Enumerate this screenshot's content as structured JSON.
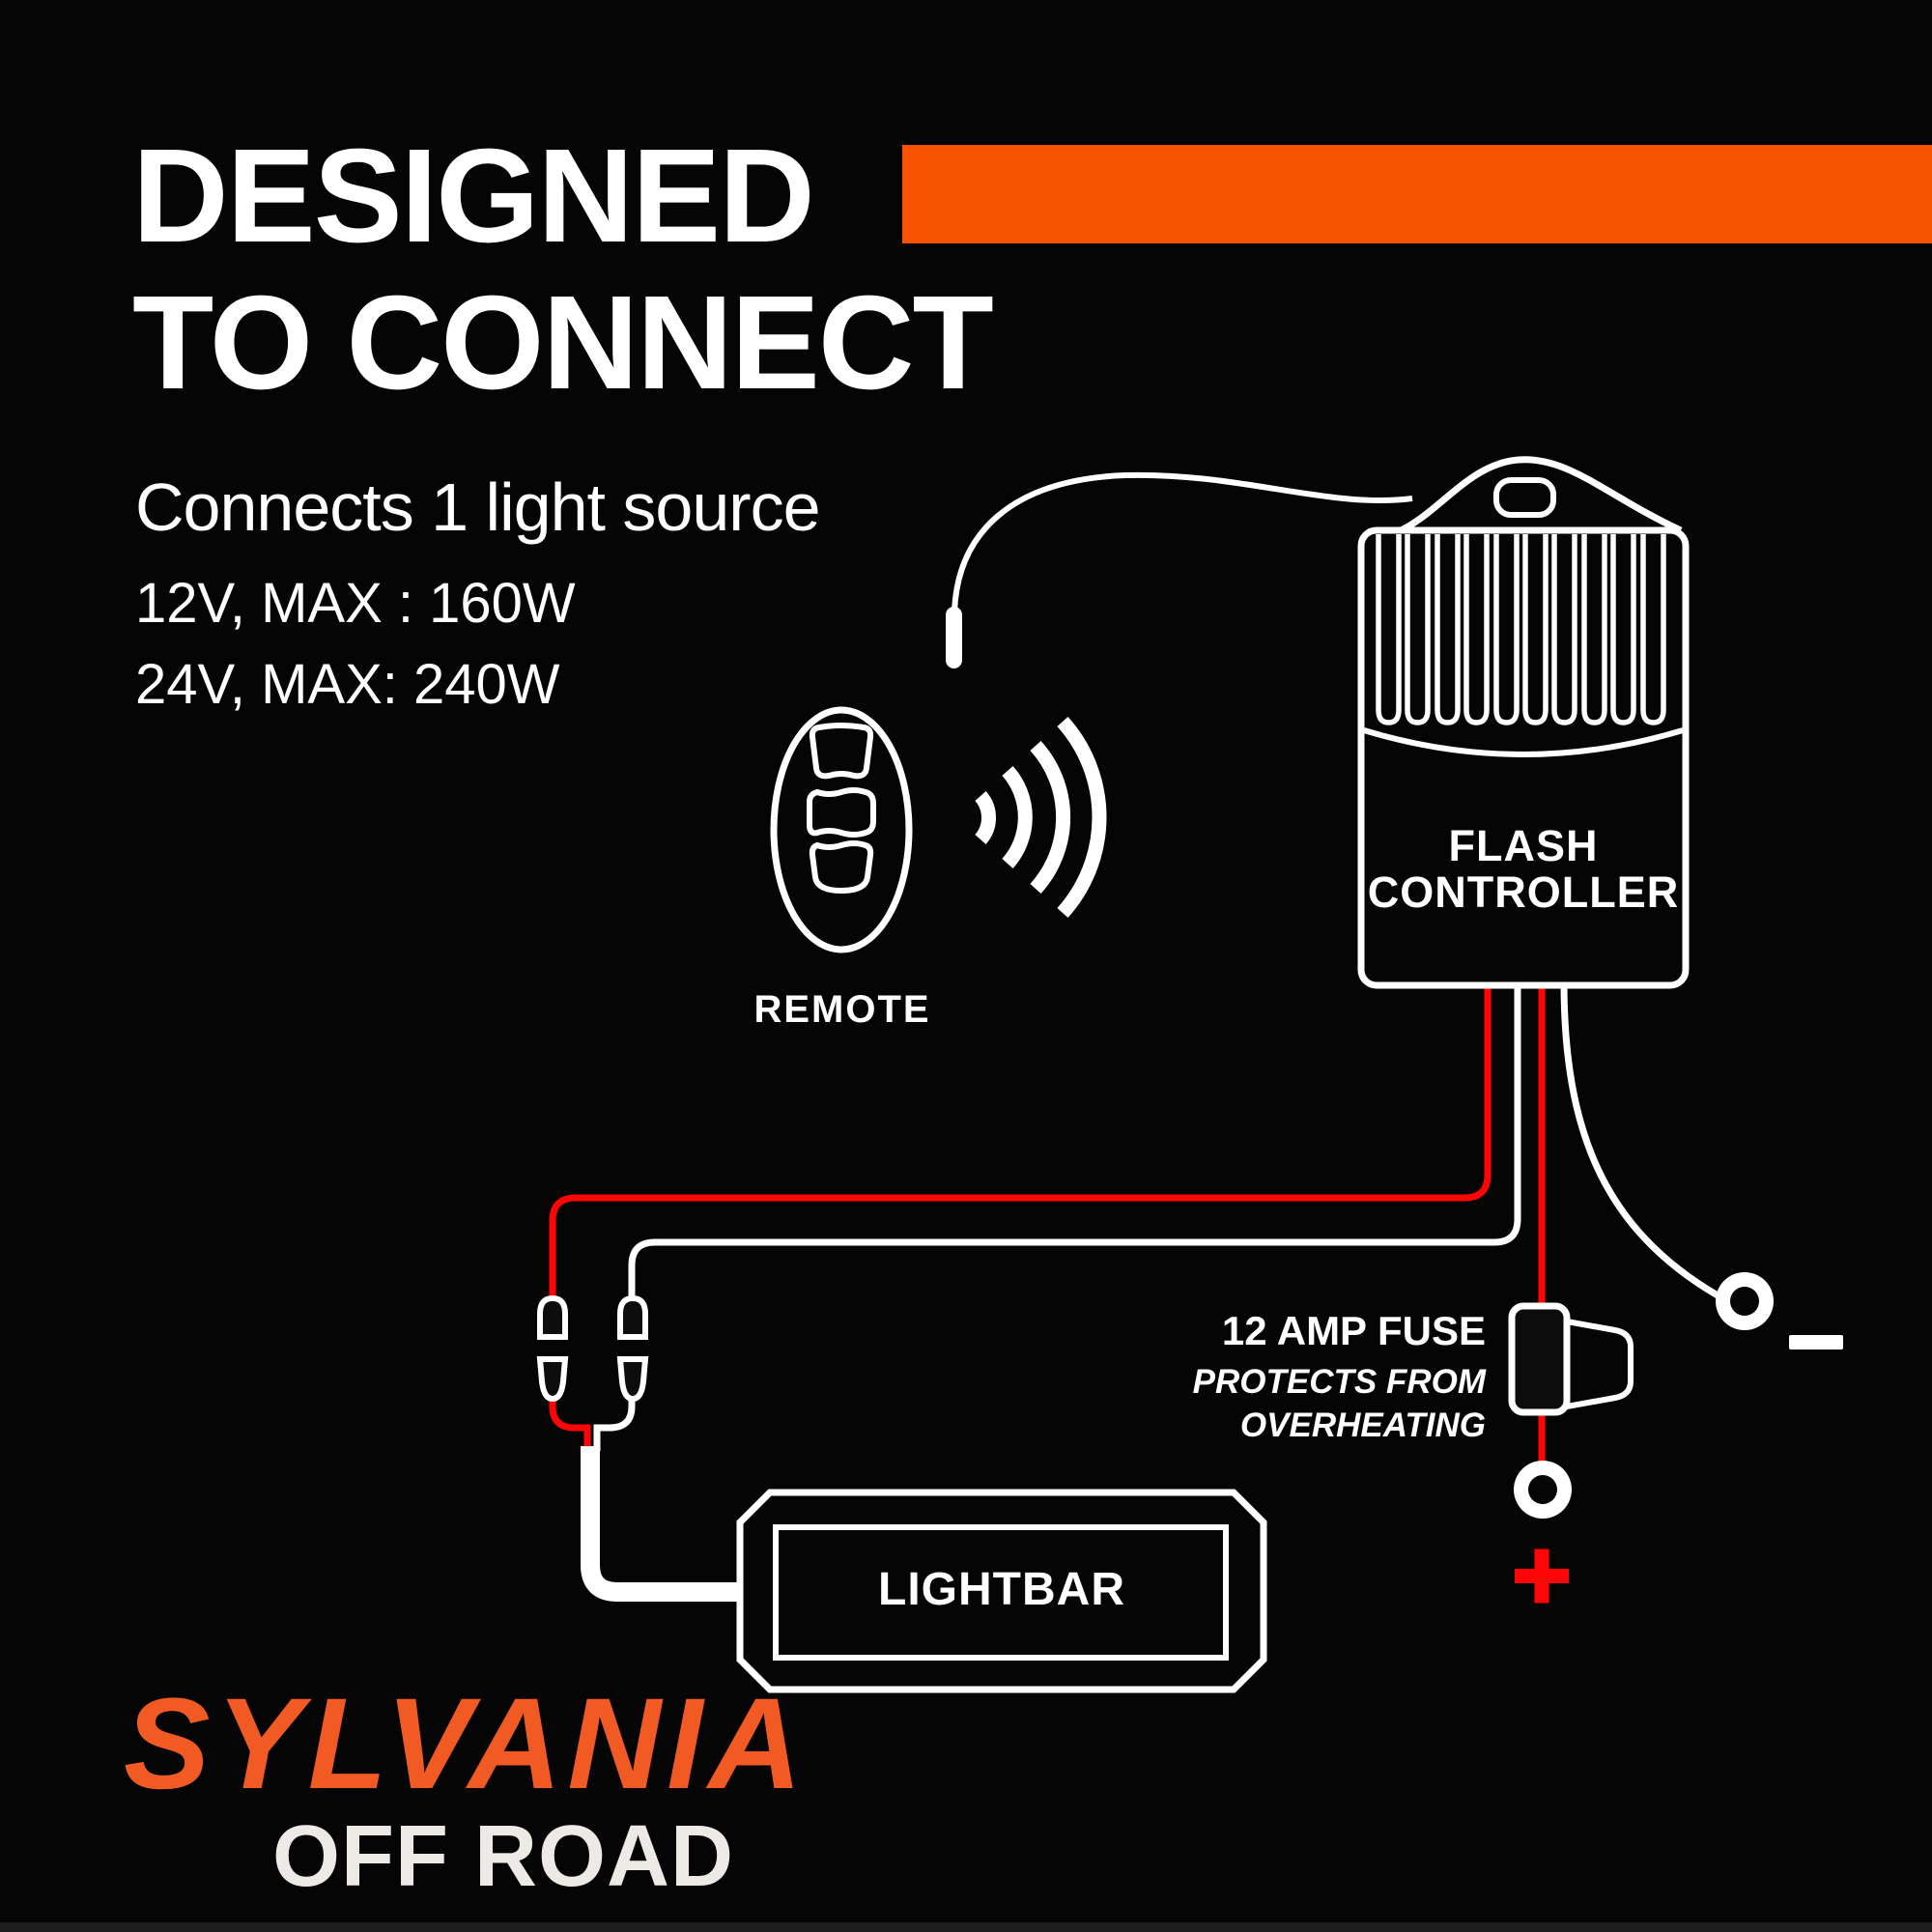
{
  "canvas": {
    "background": "#050505",
    "bottom_edge_color": "#1e1e1e"
  },
  "header": {
    "title_line1": "DESIGNED",
    "title_line2": "TO CONNECT",
    "accent_bar_color": "#F75301"
  },
  "specs": {
    "subtitle": "Connects 1 light source",
    "spec_line1": "12V, MAX : 160W",
    "spec_line2": "24V, MAX: 240W"
  },
  "diagram": {
    "remote": {
      "label": "REMOTE",
      "icon": "remote-icon",
      "signal_icon": "signal-waves-icon"
    },
    "controller": {
      "label_line1": "FLASH",
      "label_line2": "CONTROLLER"
    },
    "fuse": {
      "title": "12 AMP FUSE",
      "description_line1": "PROTECTS FROM",
      "description_line2": "OVERHEATING"
    },
    "lightbar": {
      "label": "LIGHTBAR"
    },
    "battery": {
      "negative_symbol": "−",
      "positive_symbol": "+",
      "positive_symbol_color": "#FF0505"
    },
    "wires": {
      "power_color": "#FF0505",
      "neutral_color": "#FFFFFF"
    }
  },
  "footer": {
    "brand": "SYLVANIA",
    "brand_color": "#F15A22",
    "sub_brand": "OFF ROAD"
  }
}
